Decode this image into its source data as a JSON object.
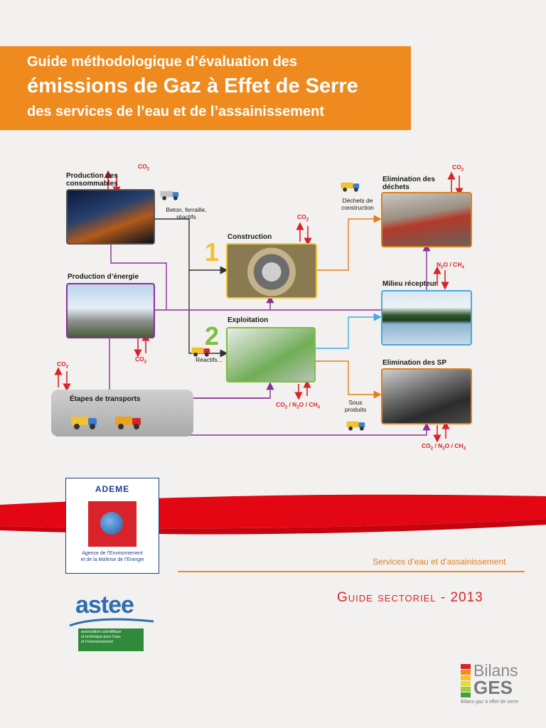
{
  "title": {
    "line1": "Guide méthodologique d’évaluation des",
    "line2": "émissions de Gaz à Effet de Serre",
    "line3": "des services de l’eau et de l’assainissement"
  },
  "diagram": {
    "nodes": {
      "consommables": "Production des\nconsommables",
      "energie": "Production d’énergie",
      "transports": "Étapes de transports",
      "construction": "Construction",
      "exploitation": "Exploitation",
      "dechets": "Elimination des\ndéchets",
      "milieu": "Milieu récepteur",
      "sp": "Elimination des SP"
    },
    "numbers": {
      "one": "1",
      "two": "2"
    },
    "flow_labels": {
      "beton": "Beton, ferraille,\nréactifs",
      "reactifs": "Réactifs...",
      "dechets_construction": "Déchets de\nconstruction",
      "sous_produits": "Sous\nproduits"
    },
    "emissions": {
      "consommables": "CO2",
      "construction": "CO2",
      "dechets": "CO2",
      "energie": "CO2",
      "transports": "CO2",
      "milieu": "N2O / CH4",
      "exploitation": "CO2 / N2O / CH4",
      "sp": "CO2 / N2O / CH4"
    }
  },
  "ademe": {
    "name": "ADEME",
    "subtitle": "Agence de l’Environnement\net de la Maîtrise de l’Energie"
  },
  "astee": {
    "name": "astee",
    "subtitle": "association scientifique\net technique pour l’eau\net l’environnement"
  },
  "series_label": "Services d’eau et d’assainissement",
  "guide_label": "Guide sectoriel - 2013",
  "bilans": {
    "word1": "Bilans",
    "word2": "GES",
    "tagline": "Bilans gaz à effet de serre"
  },
  "colors": {
    "orange": "#ef8a1e",
    "red": "#d8232a",
    "purple": "#8b2f9a",
    "green": "#7fbf3f",
    "yellow": "#f2c230",
    "blue": "#4aa8df",
    "dark": "#333333"
  }
}
